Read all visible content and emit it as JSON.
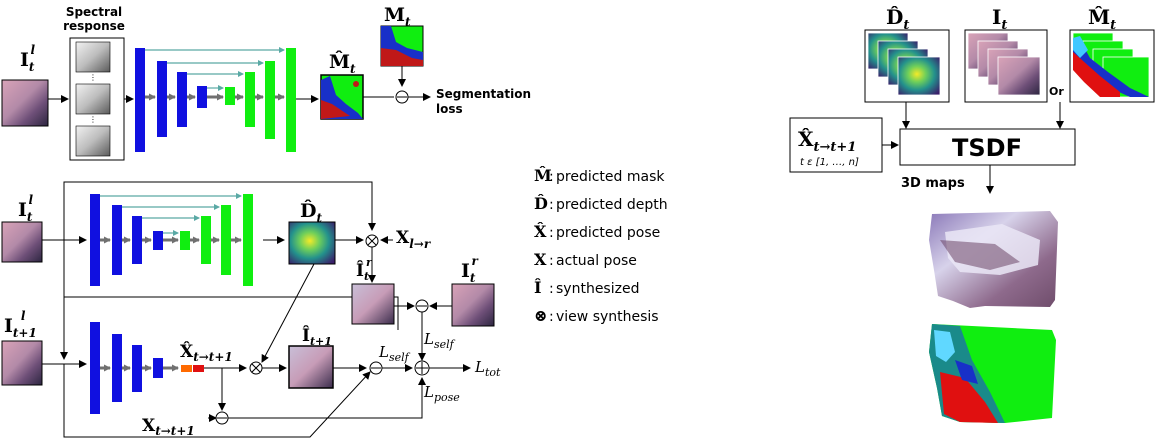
{
  "seg": {
    "input": "I",
    "input_sub": "t",
    "input_sup": "l",
    "spectral_label": "Spectral response",
    "spectral_label_line1": "Spectral",
    "spectral_label_line2": "response",
    "mask_gt": "M",
    "mask_gt_sub": "t",
    "mask_pred": "M̂",
    "mask_pred_sub": "t",
    "loss_label_line1": "Segmentation",
    "loss_label_line2": "loss"
  },
  "depth_pose": {
    "input_l": "I",
    "input_l_sub": "t",
    "input_l_sup": "l",
    "input_next": "I",
    "input_next_sub": "t+1",
    "input_next_sup": "l",
    "depth_pred": "D̂",
    "depth_pred_sub": "t",
    "x_lr": "X",
    "x_lr_sub": "l→r",
    "i_hat_r": "Î",
    "i_hat_r_sub": "t",
    "i_hat_r_sup": "r",
    "i_r": "I",
    "i_r_sub": "t",
    "i_r_sup": "r",
    "pose_pred": "X̂",
    "pose_pred_sub": "t→t+1",
    "i_hat_next": "Î",
    "i_hat_next_sub": "t+1",
    "pose_actual": "X",
    "pose_actual_sub": "t→t+1",
    "l_self_1": "L",
    "l_self_1_sub": "self",
    "l_self_2": "L",
    "l_self_2_sub": "self",
    "l_pose": "L",
    "l_pose_sub": "pose",
    "l_tot": "L",
    "l_tot_sub": "tot"
  },
  "legend": [
    {
      "symbol": "M̂",
      "text": "predicted mask"
    },
    {
      "symbol": "D̂",
      "text": "predicted depth"
    },
    {
      "symbol": "X̂",
      "text": "predicted pose"
    },
    {
      "symbol": "X",
      "text": "actual pose"
    },
    {
      "symbol": "Î",
      "text": " synthesized"
    },
    {
      "symbol": "⊗",
      "text": "view synthesis"
    }
  ],
  "tsdf": {
    "depth_label": "D̂",
    "depth_sub": "t",
    "image_label": "I",
    "image_sub": "t",
    "mask_label": "M̂",
    "mask_sub": "t",
    "or_label": "Or",
    "pose_label": "X̂",
    "pose_sub": "t→t+1",
    "pose_range": "t ε [1, …, n]",
    "box_label": "TSDF",
    "maps_label": "3D maps"
  },
  "colors": {
    "encoder": "#1010e0",
    "decoder": "#10ee10",
    "skip": "#5aa9a5",
    "flow_arrow": "#707070",
    "pose_bar_1": "#ff6a00",
    "pose_bar_2": "#e01010"
  }
}
